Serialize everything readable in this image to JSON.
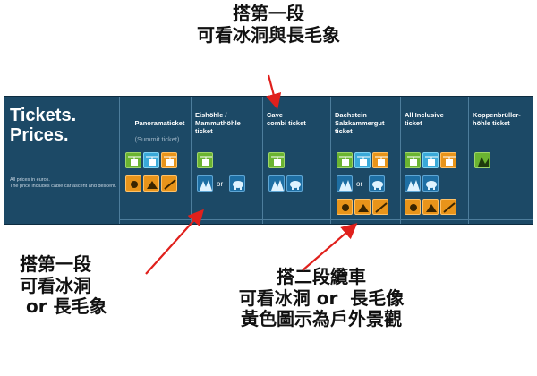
{
  "annotations": {
    "top": "搭第一段\n可看冰洞與長毛象",
    "left": "搭第一段\n可看冰洞\n or 長毛象",
    "right": "搭二段纜車\n可看冰洞 or  長毛像\n黃色圖示為戶外景觀"
  },
  "panel": {
    "title": "Tickets.\nPrices.",
    "note": "All prices in euros.\nThe price includes cable car ascent and descent."
  },
  "columns": [
    {
      "name": "Panoramaticket",
      "sub": "(Summit ticket)"
    },
    {
      "name": "Eishöhle /\nMammuthöhle\nticket",
      "sub": ""
    },
    {
      "name": "Cave\ncombi ticket",
      "sub": ""
    },
    {
      "name": "Dachstein\nSalzkammergut\nticket",
      "sub": ""
    },
    {
      "name": "All Inclusive\nticket",
      "sub": ""
    },
    {
      "name": "Koppenbrüller-\nhöhle ticket",
      "sub": ""
    }
  ],
  "or_label": "or",
  "colors": {
    "panel": "#1c4966",
    "green": "#6bb431",
    "cyan": "#3aa9d9",
    "orange": "#e8941a",
    "blue": "#1e6fa4",
    "arrow": "#e0201c"
  },
  "icons": [
    "cable-car-icon",
    "ice-cave-icon",
    "mammoth-icon",
    "outdoor-view-icon"
  ]
}
